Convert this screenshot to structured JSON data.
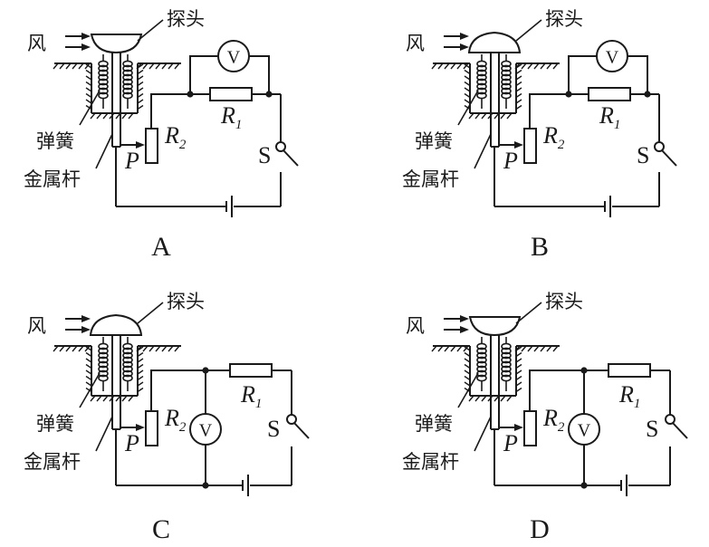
{
  "title": "Wind speed meter circuit options",
  "labels": {
    "wind": "风",
    "probe": "探头",
    "spring": "弹簧",
    "metal_rod": "金属杆",
    "slider": "P",
    "r1": "R",
    "r1_sub": "1",
    "r2": "R",
    "r2_sub": "2",
    "switch": "S",
    "voltmeter": "V"
  },
  "options": [
    {
      "letter": "A",
      "probe_shape": "cup-flat-top",
      "voltmeter_across": "R1"
    },
    {
      "letter": "B",
      "probe_shape": "dome-flat-bottom",
      "voltmeter_across": "R1"
    },
    {
      "letter": "C",
      "probe_shape": "dome-flat-bottom",
      "voltmeter_across": "R2"
    },
    {
      "letter": "D",
      "probe_shape": "cup-flat-top",
      "voltmeter_across": "R2"
    }
  ],
  "colors": {
    "ink": "#1a1a1a",
    "background": "#ffffff"
  }
}
